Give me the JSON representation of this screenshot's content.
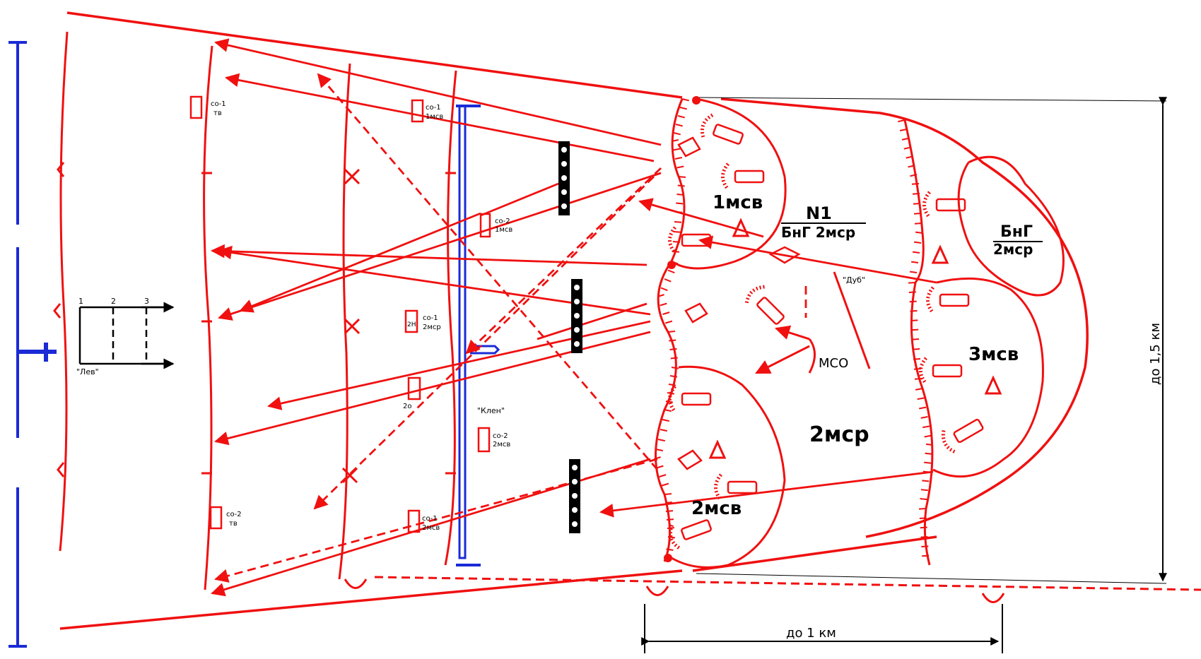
{
  "colors": {
    "red": "#f01010",
    "blue": "#1a2bd6",
    "black": "#000000"
  },
  "units": {
    "msv1": "1мсв",
    "msv2": "2мсв",
    "msv3": "3мсв",
    "msr": "2мср",
    "mso": "МСО",
    "bng_top": "БнГ",
    "bng_bottom": "2мср",
    "n1": "N1",
    "n1_bottom": "БнГ 2мср"
  },
  "landmarks": {
    "lev": "\"Лев\"",
    "dub": "\"Дуб\"",
    "klen": "\"Клен\""
  },
  "lines": {
    "l1": "1",
    "l2": "2",
    "l3": "3"
  },
  "posts": {
    "so1_tv": [
      "со-1",
      "тв"
    ],
    "so1_1msv": [
      "со-1",
      "1мсв"
    ],
    "so2_1msv": [
      "со-2",
      "1мсв"
    ],
    "so1_2msr": [
      "со-1",
      "2мср"
    ],
    "so2_2msv": [
      "со-2",
      "2мсв"
    ],
    "so2_tv": [
      "со-2",
      "тв"
    ],
    "so1_2msv": [
      "со-1",
      "2мсв"
    ],
    "zn": "2Н",
    "small2o": "2о"
  },
  "dimensions": {
    "depth": "до 1,5 км",
    "width": "до 1 км"
  }
}
